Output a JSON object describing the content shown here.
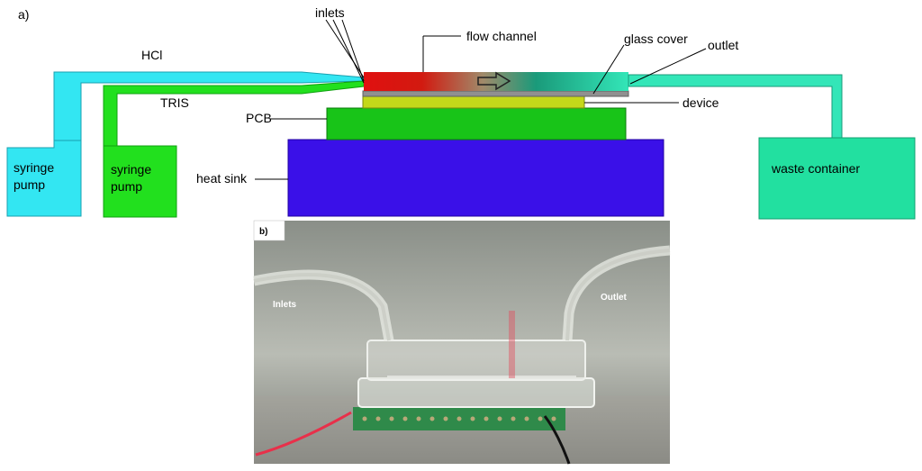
{
  "panel_a": {
    "label": "a)",
    "components": {
      "syringe_pump_1": "syringe\npump",
      "syringe_pump_2": "syringe\npump",
      "heat_sink": "heat sink",
      "pcb": "PCB",
      "device": "device",
      "glass_cover": "glass cover",
      "flow_channel": "flow channel",
      "inlets": "inlets",
      "outlet": "outlet",
      "waste_container": "waste container",
      "hcl": "HCl",
      "tris": "TRIS"
    },
    "colors": {
      "hcl_tube": "#33e6f2",
      "tris_tube": "#22e01e",
      "waste_tube": "#33e6b8",
      "heat_sink": "#3a10e8",
      "pcb": "#18c418",
      "device": "#c4d81a",
      "glass_cover": "#909090",
      "channel_start": "#e01010",
      "channel_mid": "#1a9a7a",
      "channel_end": "#33e6b8",
      "waste_container": "#22e0a0"
    }
  },
  "panel_b": {
    "label": "b)",
    "inlets_label": "Inlets",
    "outlet_label": "Outlet"
  }
}
